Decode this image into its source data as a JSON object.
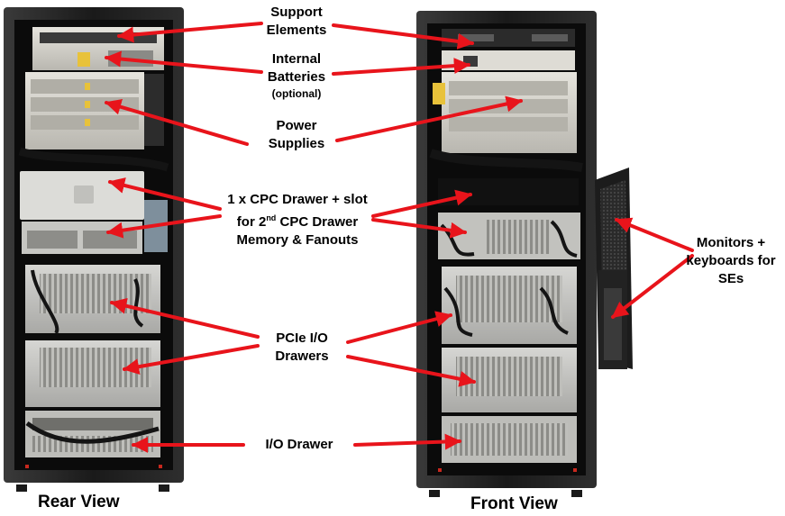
{
  "labels": {
    "support_line1": "Support",
    "support_line2": "Elements",
    "batteries_line1": "Internal",
    "batteries_line2": "Batteries",
    "batteries_note": "(optional)",
    "power_line1": "Power",
    "power_line2": "Supplies",
    "cpc_line1": "1 x CPC Drawer + slot",
    "cpc_line2_prefix": "for 2",
    "cpc_line2_sup": "nd",
    "cpc_line2_suffix": " CPC Drawer",
    "cpc_line3": "Memory & Fanouts",
    "monitors_line1": "Monitors +",
    "monitors_line2": "keyboards for",
    "monitors_line3": "SEs",
    "pcie_line1": "PCIe I/O",
    "pcie_line2": "Drawers",
    "io_drawer": "I/O Drawer"
  },
  "views": {
    "rear": "Rear View",
    "front": "Front View"
  },
  "colors": {
    "arrow": "#e8141b",
    "rack_frame": "#1e1e1e",
    "rack_inner": "#0b0b0b",
    "panel_light": "#d9d7d0",
    "panel_mid": "#9a9a96",
    "drawer": "#c9c9c6",
    "accent_yellow": "#e8c23a",
    "foot_red": "#c8281e",
    "cable": "#141414"
  }
}
